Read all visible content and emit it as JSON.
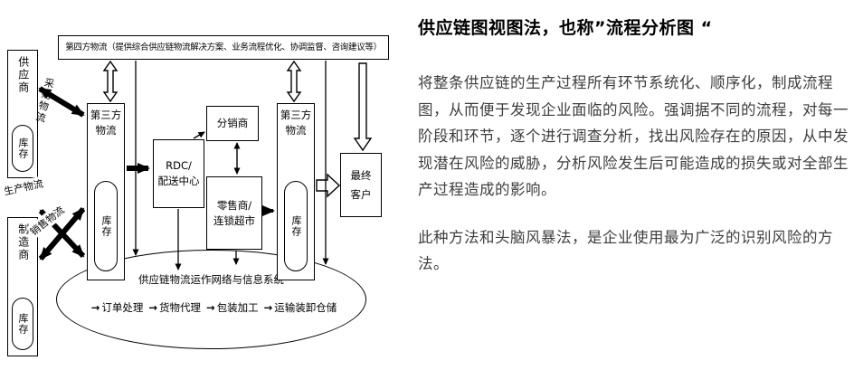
{
  "diagram": {
    "top_box": "第四方物流（提供综合供应链物流解决方案、业务流程优化、协调监督、咨询建议等）",
    "supplier": "供应商",
    "manufacturer": "制造商",
    "inventory": "库存",
    "tpl_left": "第三方\n物流",
    "tpl_right": "第三方\n物流",
    "rdc": "RDC/\n配送中心",
    "distributor": "分销商",
    "retailer": "零售商/\n连锁超市",
    "final_customer": "最终\n客户",
    "purchase_logistics_label": "采购物流",
    "production_logistics_label": "生产物流",
    "sales_logistics_label": "销售物流",
    "ellipse_title": "供应链物流运作网络与信息系统",
    "ellipse_flow": [
      "订单处理",
      "货物代理",
      "包装加工",
      "运输装卸仓储"
    ],
    "flow_arrow": "→"
  },
  "panel": {
    "title": "供应链图视图法，也称”流程分析图 “",
    "paragraph1": "将整条供应链的生产过程所有环节系统化、顺序化，制成流程图，从而便于发现企业面临的风险。强调据不同的流程，对每一阶段和环节，逐个进行调查分析，找出风险存在的原因，从中发现潜在风险的威胁，分析风险发生后可能造成的损失或对全部生产过程造成的影响。",
    "paragraph2": "此种方法和头脑风暴法，是企业使用最为广泛的识别风险的方法。"
  }
}
